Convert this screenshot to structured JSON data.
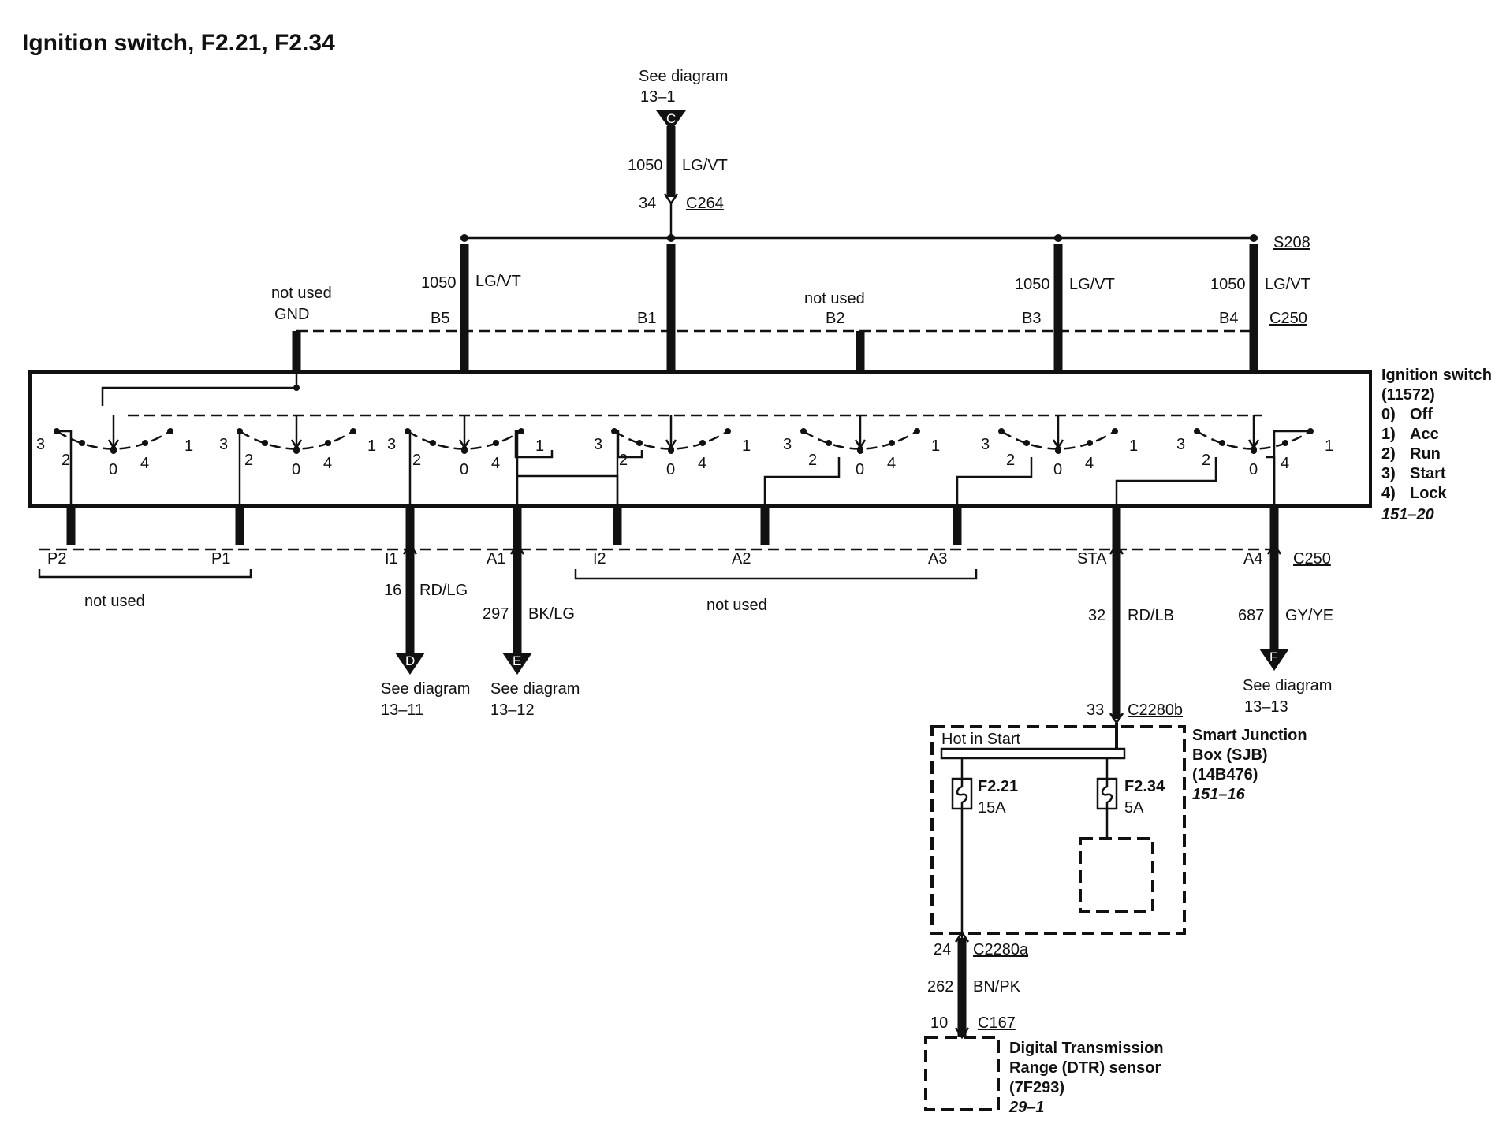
{
  "title": "Ignition switch, F2.21, F2.34",
  "top_connector": {
    "see_line1": "See diagram",
    "see_line2": "13–1",
    "letter": "C"
  },
  "top_wire": {
    "circuit": "1050",
    "color": "LG/VT",
    "pin": "34",
    "connector": "C264"
  },
  "splice": "S208",
  "upper_wires": [
    {
      "circuit": "1050",
      "color": "LG/VT"
    },
    {
      "circuit": "1050",
      "color": "LG/VT"
    },
    {
      "circuit": "1050",
      "color": "LG/VT"
    }
  ],
  "upper_pins": {
    "gnd_note": "not used",
    "gnd": "GND",
    "b5": "B5",
    "b1": "B1",
    "b2_note": "not used",
    "b2": "B2",
    "b3": "B3",
    "b4": "B4",
    "connector": "C250"
  },
  "switch_positions": {
    "p3": "3",
    "p2": "2",
    "p0": "0",
    "p4": "4",
    "p1": "1"
  },
  "switch_label": {
    "name": "Ignition switch",
    "part": "(11572)",
    "positions": [
      {
        "num": "0)",
        "label": "Off"
      },
      {
        "num": "1)",
        "label": "Acc"
      },
      {
        "num": "2)",
        "label": "Run"
      },
      {
        "num": "3)",
        "label": "Start"
      },
      {
        "num": "4)",
        "label": "Lock"
      }
    ],
    "ref": "151–20"
  },
  "lower_pins": {
    "p2": "P2",
    "p1": "P1",
    "i1": "I1",
    "a1": "A1",
    "i2": "I2",
    "a2": "A2",
    "a3": "A3",
    "sta": "STA",
    "a4": "A4",
    "connector": "C250",
    "not_used_left": "not used",
    "not_used_mid": "not used"
  },
  "lower_wires": {
    "i1": {
      "circuit": "16",
      "color": "RD/LG",
      "letter": "D",
      "see1": "See diagram",
      "see2": "13–11"
    },
    "a1": {
      "circuit": "297",
      "color": "BK/LG",
      "letter": "E",
      "see1": "See diagram",
      "see2": "13–12"
    },
    "sta": {
      "circuit": "32",
      "color": "RD/LB"
    },
    "a4": {
      "circuit": "687",
      "color": "GY/YE",
      "letter": "F",
      "see1": "See diagram",
      "see2": "13–13"
    }
  },
  "sjb": {
    "in_pin": "33",
    "in_connector": "C2280b",
    "hot_label": "Hot in Start",
    "name1": "Smart Junction",
    "name2": "Box (SJB)",
    "part": "(14B476)",
    "ref": "151–16",
    "fuse1_name": "F2.21",
    "fuse1_rating": "15A",
    "fuse2_name": "F2.34",
    "fuse2_rating": "5A",
    "out_pin": "24",
    "out_connector": "C2280a"
  },
  "dtr_wire": {
    "circuit": "262",
    "color": "BN/PK",
    "pin": "10",
    "connector": "C167"
  },
  "dtr": {
    "line1": "Digital Transmission",
    "line2": "Range (DTR) sensor",
    "part": "(7F293)",
    "ref": "29–1"
  }
}
